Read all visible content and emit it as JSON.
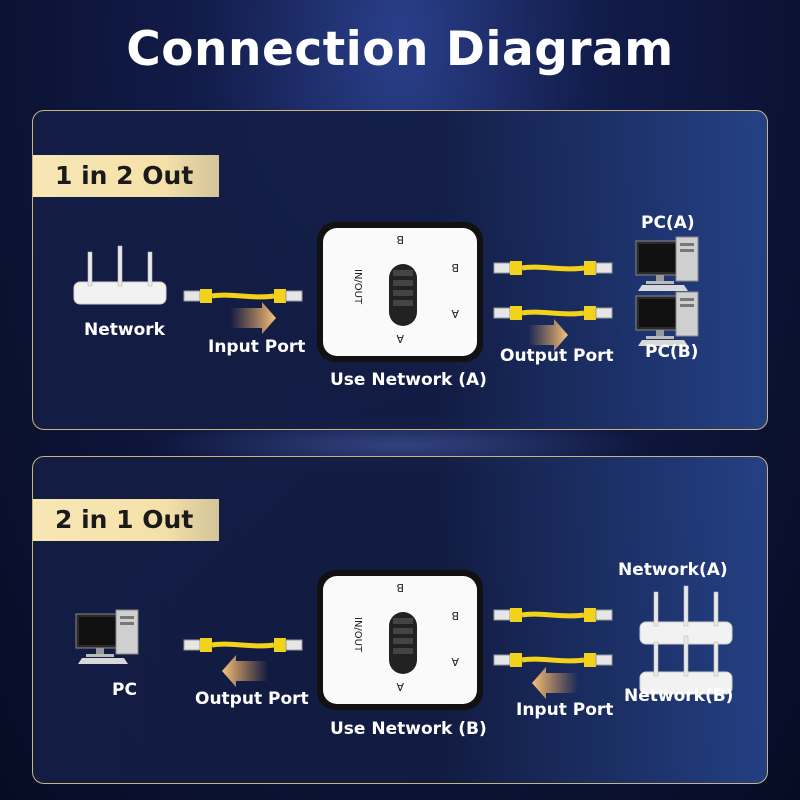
{
  "title": "Connection Diagram",
  "colors": {
    "accent_gold": "#f5e1a8",
    "cable_yellow": "#f2d21a",
    "background": "#0b1233"
  },
  "section_one": {
    "badge": "1 in 2 Out",
    "left_device": "Network",
    "arrow_left": "Input Port",
    "switch_caption": "Use Network (A)",
    "arrow_right": "Output Port",
    "right_top": "PC(A)",
    "right_bottom": "PC(B)",
    "switch_face": "IN/OUT",
    "port_b": "B",
    "port_a": "A"
  },
  "section_two": {
    "badge": "2 in 1 Out",
    "left_device": "PC",
    "arrow_left": "Output Port",
    "switch_caption": "Use Network (B)",
    "arrow_right": "Input Port",
    "right_top": "Network(A)",
    "right_bottom": "Network(B)",
    "switch_face": "IN/OUT",
    "port_b": "B",
    "port_a": "A"
  }
}
